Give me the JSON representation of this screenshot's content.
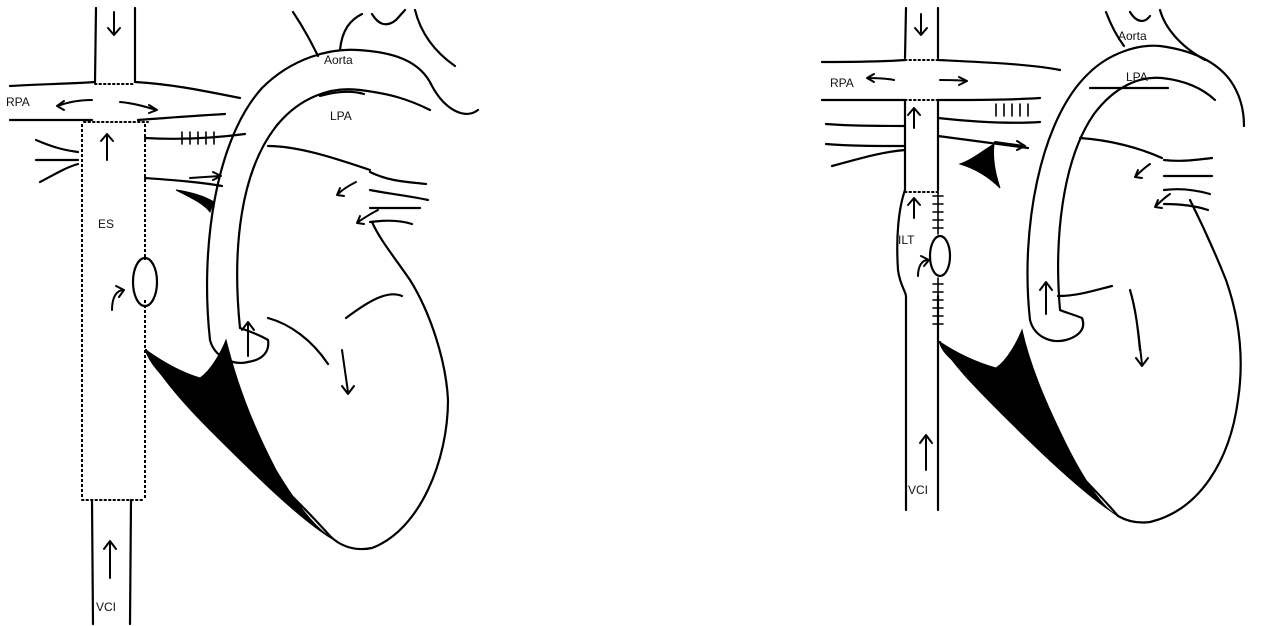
{
  "left_panel": {
    "labels": {
      "rpa": "RPA",
      "aorta": "Aorta",
      "lpa": "LPA",
      "es": "ES",
      "vci": "VCI"
    }
  },
  "right_panel": {
    "labels": {
      "rpa": "RPA",
      "aorta": "Aorta",
      "lpa": "LPA",
      "ilt": "ILT",
      "vci": "VCI"
    }
  }
}
